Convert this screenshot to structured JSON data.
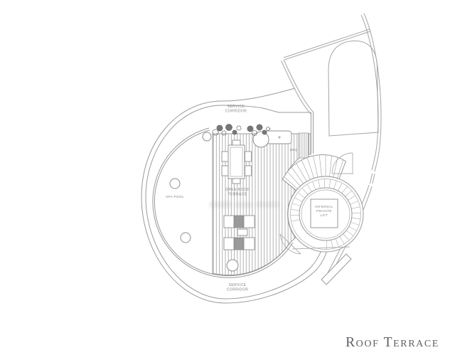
{
  "drawing": {
    "labels": {
      "service_corridor_top": [
        "SERVICE",
        "CORRIDOR"
      ],
      "service_corridor_bottom": [
        "SERVICE",
        "CORRIDOR"
      ],
      "spa_pool": "SPA POOL",
      "open_roof_terrace": [
        "OPEN ROOF",
        "TERRACE"
      ],
      "bbq": "BBQ",
      "internal_private_lift": [
        "INTERNAL",
        "PRIVATE",
        "LIFT"
      ]
    },
    "title": "Roof Terrace",
    "colors": {
      "line": "#9a9a9a",
      "label_text": "#838383",
      "title_text": "#5f5f63",
      "hatch": "#aaaaaa",
      "dark_fill": "#9a9a9a"
    }
  }
}
